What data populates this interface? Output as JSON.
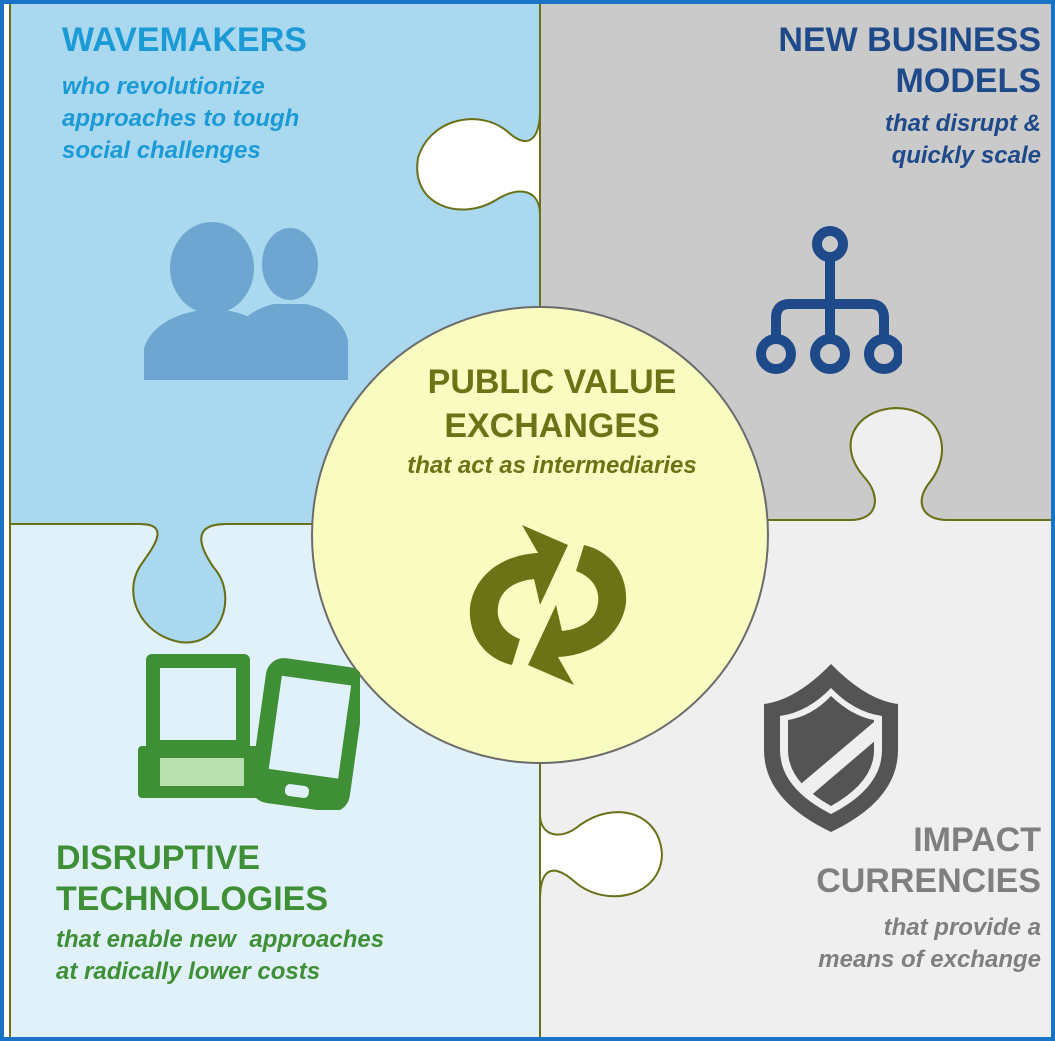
{
  "pieces": {
    "wavemakers": {
      "title": "WAVEMAKERS",
      "subtitle": [
        "who revolutionize",
        "approaches to tough",
        "social challenges"
      ],
      "color": "#1b9ad6",
      "fill": "#a9d8ef",
      "icon": "people-icon"
    },
    "new_business_models": {
      "title": [
        "NEW BUSINESS",
        "MODELS"
      ],
      "subtitle": [
        "that disrupt &",
        "quickly scale"
      ],
      "color": "#1f4a8a",
      "fill": "#cacaca",
      "icon": "hierarchy-icon"
    },
    "disruptive_technologies": {
      "title": [
        "DISRUPTIVE",
        "TECHNOLOGIES"
      ],
      "subtitle": [
        "that enable new  approaches",
        "at radically lower costs"
      ],
      "color": "#3f8f36",
      "fill": "#e0f1f9",
      "icon": "devices-icon"
    },
    "impact_currencies": {
      "title": [
        "IMPACT",
        "CURRENCIES"
      ],
      "subtitle": [
        "that provide a",
        "means of exchange"
      ],
      "color": "#7f7f7f",
      "fill": "#efefef",
      "icon": "shield-icon"
    }
  },
  "center": {
    "title": [
      "PUBLIC VALUE",
      "EXCHANGES"
    ],
    "subtitle": "that act as intermediaries",
    "color": "#6b7316",
    "fill": "#f9fcc0",
    "icon": "refresh-cycle-icon"
  },
  "frame_color": "#1b73c6"
}
